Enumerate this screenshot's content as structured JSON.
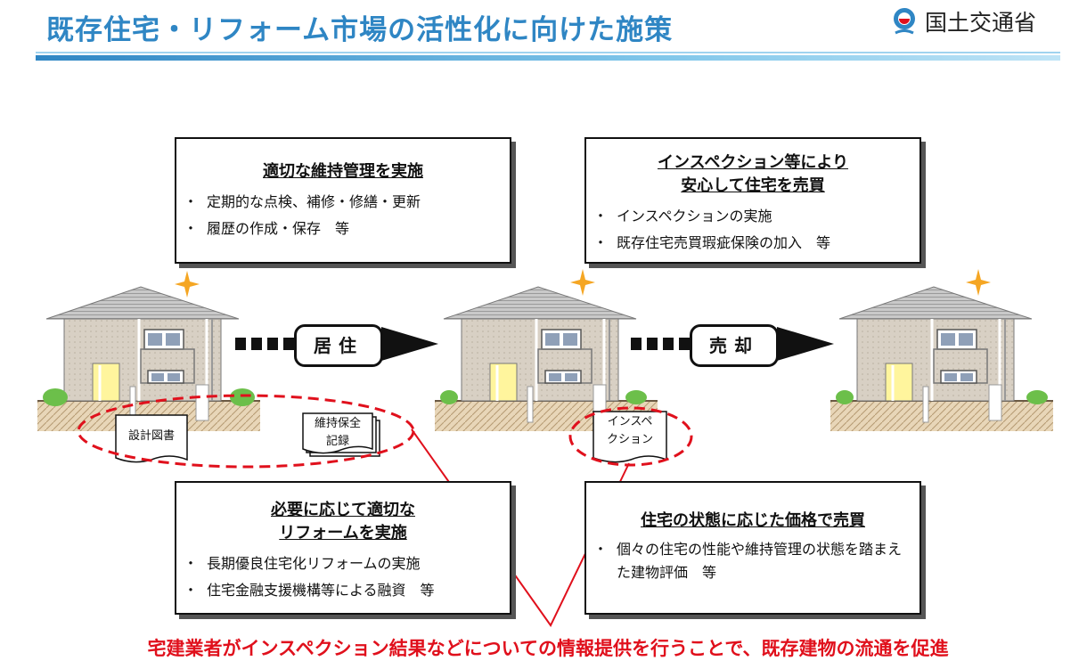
{
  "title": "既存住宅・リフォーム市場の活性化に向けた施策",
  "logo": {
    "text": "国土交通省"
  },
  "boxes": {
    "maintenance": {
      "heading": "適切な維持管理を実施",
      "items": [
        "定期的な点検、補修・修繕・更新",
        "履歴の作成・保存　等"
      ]
    },
    "inspection": {
      "heading_line1": "インスペクション等により",
      "heading_line2": "安心して住宅を売買",
      "items": [
        "インスペクションの実施",
        "既存住宅売買瑕疵保険の加入　等"
      ]
    },
    "reform": {
      "heading_line1": "必要に応じて適切な",
      "heading_line2": "リフォームを実施",
      "items": [
        "長期優良住宅化リフォームの実施",
        "住宅金融支援機構等による融資　等"
      ]
    },
    "pricing": {
      "heading": "住宅の状態に応じた価格で売買",
      "items": [
        "個々の住宅の性能や維持管理の状態を踏まえた建物評価　等"
      ]
    }
  },
  "arrows": {
    "live": "居住",
    "sell": "売却"
  },
  "documents": {
    "design": "設計図書",
    "record_line1": "維持保全",
    "record_line2": "記録",
    "insp_line1": "インスペ",
    "insp_line2": "クション"
  },
  "bottom_message": "宅建業者がインスペクション結果などについての情報提供を行うことで、既存建物の流通を促進",
  "colors": {
    "title": "#2f86c4",
    "accent_red": "#e0101c",
    "sparkle": "#f5a623"
  }
}
